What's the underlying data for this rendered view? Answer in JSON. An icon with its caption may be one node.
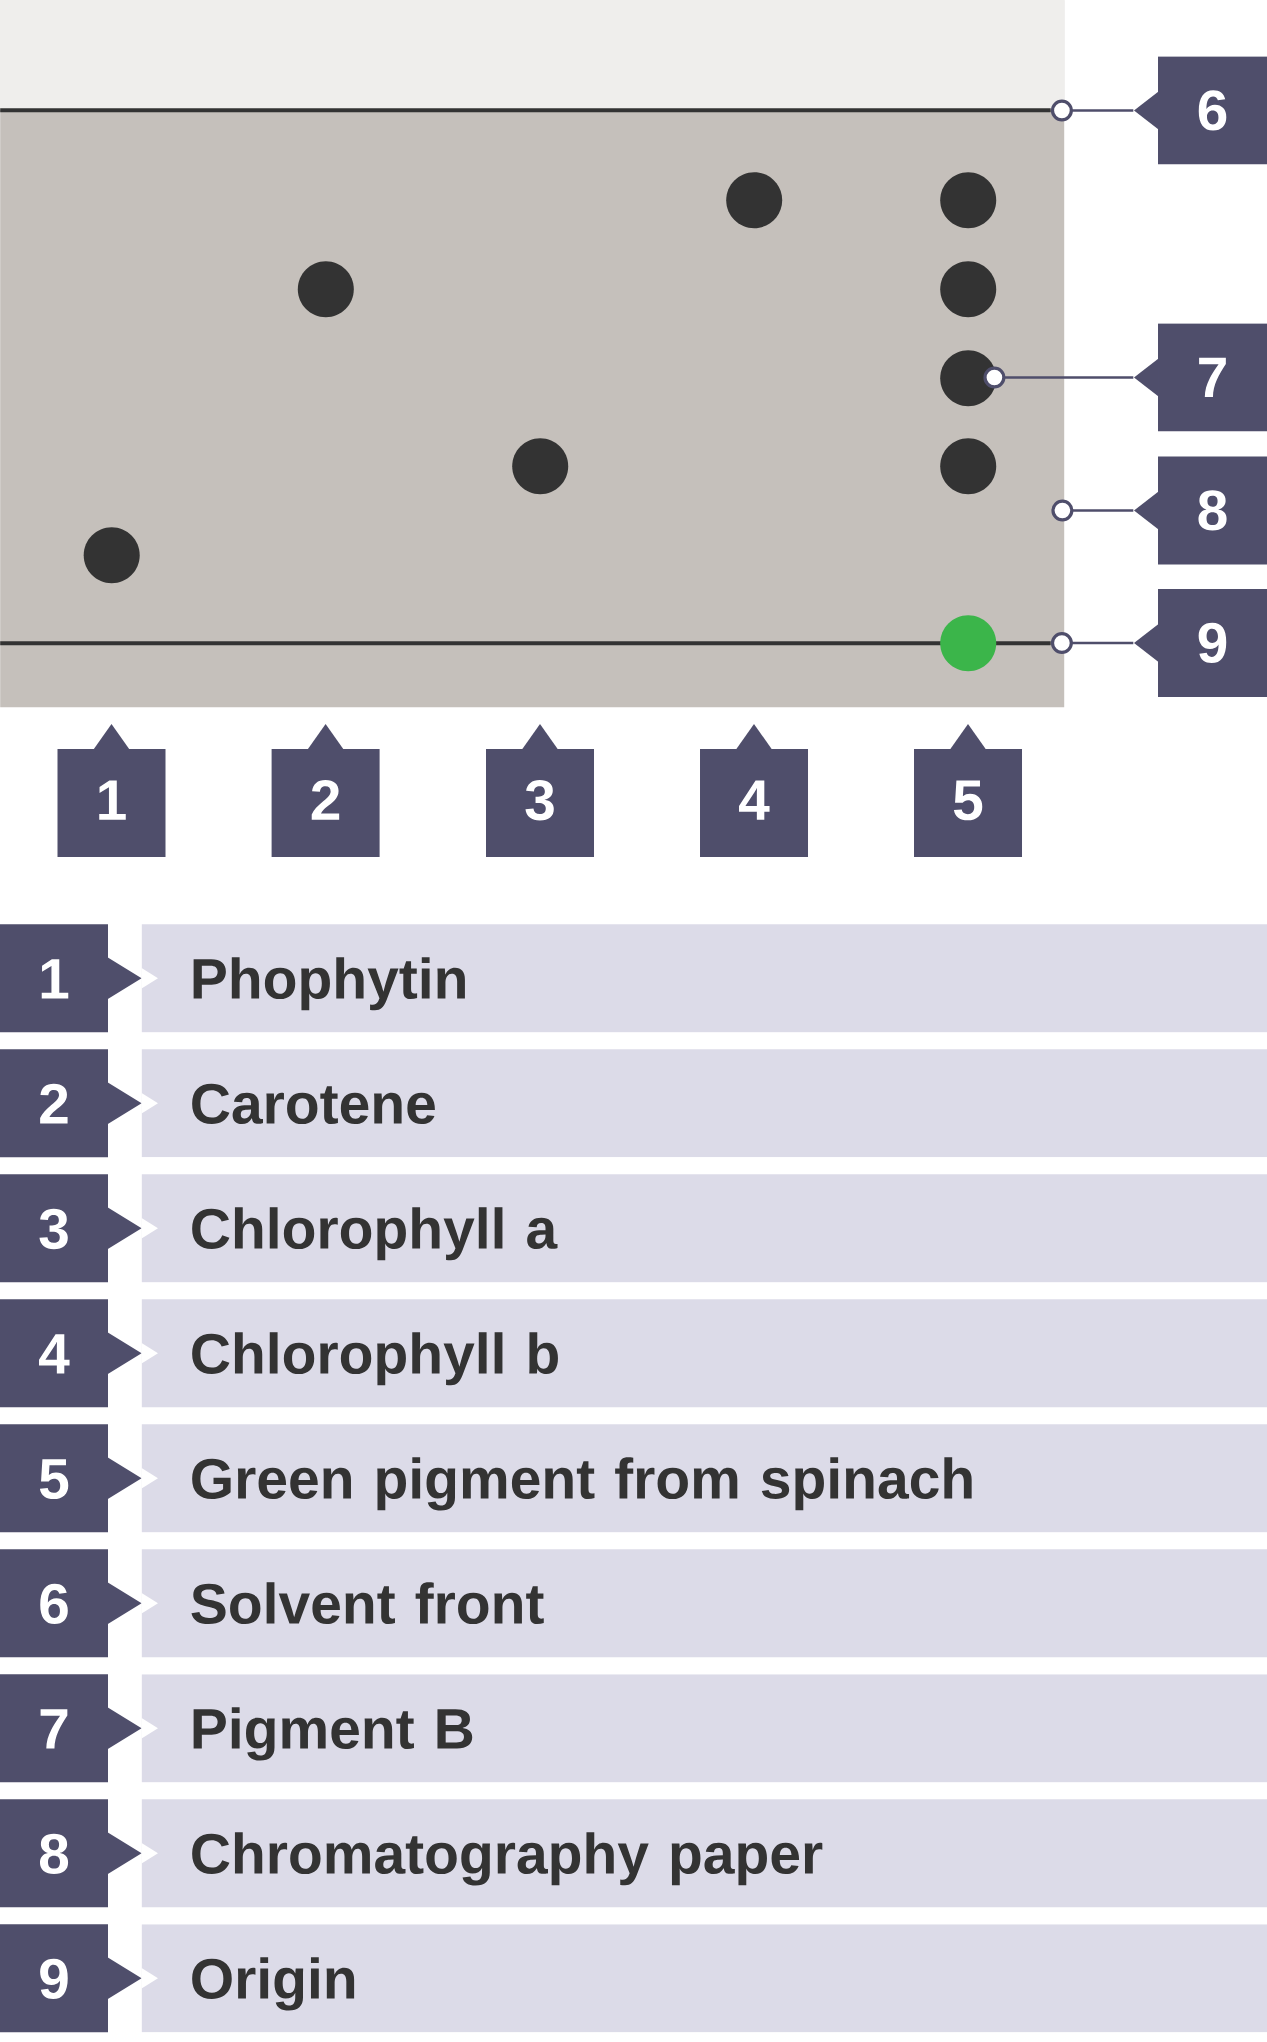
{
  "diagram": {
    "nodes": [
      {
        "text": [],
        "shape": "box"
      },
      {
        "text": [],
        "shape": "line",
        "in": 0
      },
      {
        "text": [
          "6"
        ]
      },
      {
        "text": [],
        "shape": "circle",
        "in": 0
      },
      {
        "text": [],
        "shape": "circle",
        "in": 0
      },
      {
        "text": [],
        "shape": "circle",
        "in": 0
      },
      {
        "text": [],
        "shape": "circle",
        "in": 0
      },
      {
        "text": [],
        "shape": "circle",
        "in": 0
      },
      {
        "text": [
          "7"
        ]
      },
      {
        "text": [],
        "shape": "circle",
        "in": 0
      },
      {
        "text": [],
        "shape": "circle",
        "in": 0
      },
      {
        "text": [
          "8"
        ]
      },
      {
        "text": [],
        "shape": "circle",
        "in": 0
      },
      {
        "text": [],
        "shape": "line",
        "in": 0
      },
      {
        "text": [],
        "shape": "circle",
        "in": 0
      },
      {
        "text": [
          "9"
        ]
      },
      {
        "text": [
          "1"
        ]
      },
      {
        "text": [
          "2"
        ]
      },
      {
        "text": [
          "3"
        ]
      },
      {
        "text": [
          "4"
        ]
      },
      {
        "text": [
          "5"
        ]
      },
      {
        "text": [
          "1"
        ]
      },
      {
        "text": [
          "Phophytin"
        ]
      },
      {
        "text": [
          "2"
        ]
      },
      {
        "text": [
          "Carotene"
        ]
      },
      {
        "text": [
          "3"
        ]
      },
      {
        "text": [
          "Chlorophyll a"
        ]
      },
      {
        "text": [
          "4"
        ]
      },
      {
        "text": [
          "Chlorophyll b"
        ]
      },
      {
        "text": [
          "5"
        ]
      },
      {
        "text": [
          "Green pigment from spinach"
        ]
      },
      {
        "text": [
          "6"
        ]
      },
      {
        "text": [
          "Solvent front"
        ]
      },
      {
        "text": [
          "7"
        ]
      },
      {
        "text": [
          "Pigment B"
        ]
      },
      {
        "text": [
          "8"
        ]
      },
      {
        "text": [
          "Chromatography paper"
        ]
      },
      {
        "text": [
          "9"
        ]
      },
      {
        "text": [
          "Origin"
        ]
      }
    ],
    "edges": [
      {
        "from": 2,
        "to": 1,
        "arrow": "other"
      },
      {
        "from": 8,
        "to": 7,
        "arrow": "other"
      },
      {
        "from": 11,
        "to": 0,
        "arrow": "other"
      },
      {
        "from": 15,
        "to": 13,
        "arrow": "other"
      }
    ]
  }
}
